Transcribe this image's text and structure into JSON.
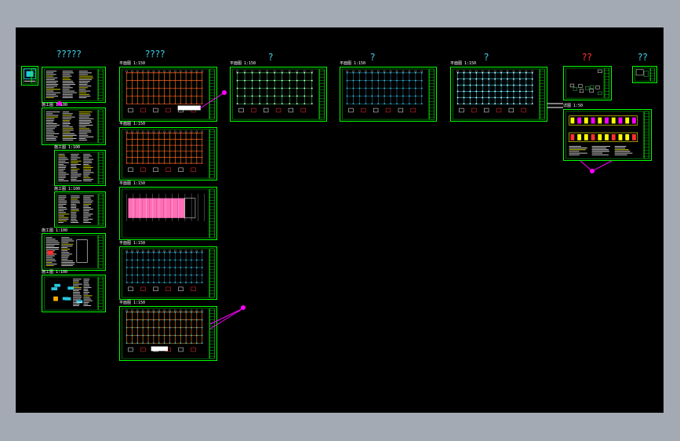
{
  "viewport": {
    "background": "#a4aab4",
    "canvas_background": "#000000"
  },
  "groups": [
    {
      "id": "g1",
      "label": "?????",
      "color": "#3ecbe6"
    },
    {
      "id": "g2",
      "label": "????",
      "color": "#3ecbe6"
    },
    {
      "id": "g3",
      "label": "?",
      "color": "#3ecbe6"
    },
    {
      "id": "g4",
      "label": "?",
      "color": "#3ecbe6"
    },
    {
      "id": "g5",
      "label": "?",
      "color": "#3ecbe6"
    },
    {
      "id": "g6",
      "label": "??",
      "color": "#ff3030"
    },
    {
      "id": "g7",
      "label": "??",
      "color": "#3ecbe6"
    }
  ],
  "sheet_captions": {
    "col1": "施工图 1:100",
    "col2": "平面图 1:150",
    "col3": "平面图 1:150",
    "col4": "平面图 1:150",
    "col5": "平面图 1:150",
    "col6": "详图 1:50"
  },
  "colors": {
    "frame": "#00ff00",
    "grid_orange": "#ff8c1a",
    "grid_cyan": "#29c6e0",
    "fill_pink": "#ff6fb5",
    "marker_magenta": "#ff00ff",
    "text_white": "#ffffff",
    "text_yellow": "#ffff00"
  }
}
